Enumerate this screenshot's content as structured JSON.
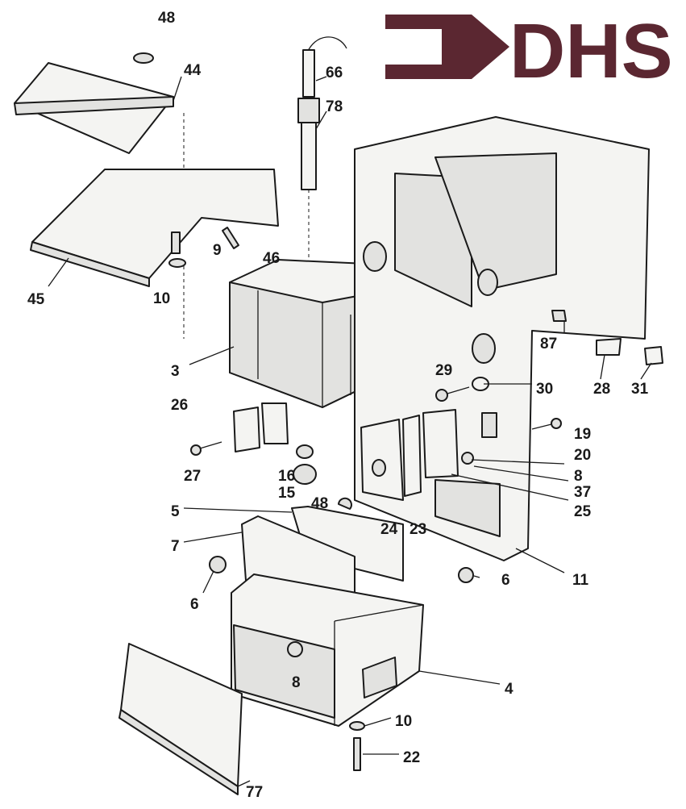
{
  "logo": {
    "text": "DHS",
    "color": "#5b2731"
  },
  "labels": [
    "48",
    "44",
    "66",
    "78",
    "9",
    "46",
    "45",
    "10",
    "3",
    "87",
    "29",
    "30",
    "28",
    "31",
    "26",
    "19",
    "20",
    "8",
    "27",
    "16",
    "15",
    "37",
    "25",
    "48",
    "5",
    "24",
    "23",
    "7",
    "6",
    "11",
    "6",
    "8",
    "4",
    "10",
    "22",
    "77"
  ]
}
